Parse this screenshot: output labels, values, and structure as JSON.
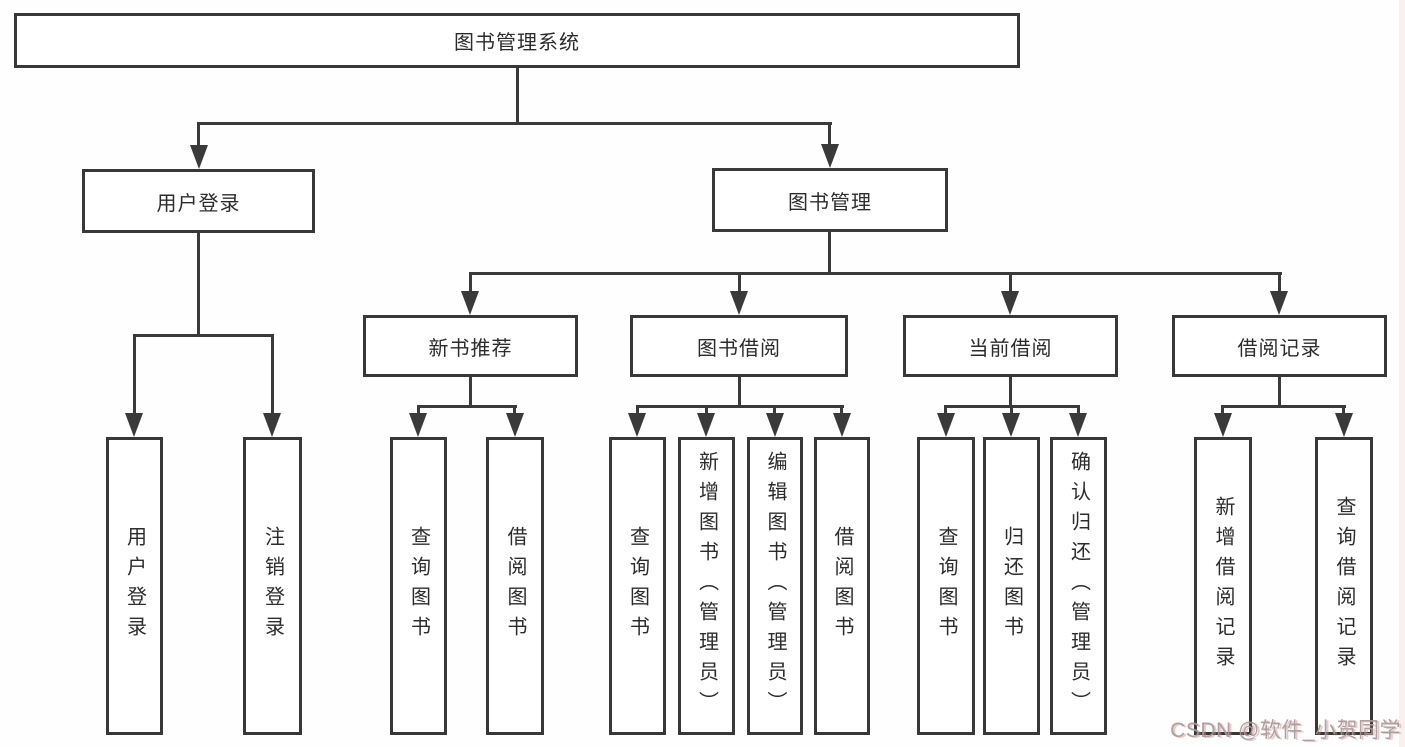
{
  "diagram": {
    "root": {
      "label": "图书管理系统"
    },
    "level2": [
      {
        "id": "user-login",
        "label": "用户登录"
      },
      {
        "id": "book-management",
        "label": "图书管理"
      }
    ],
    "level3": [
      {
        "id": "new-book-recommend",
        "parent": "图书管理",
        "label": "新书推荐"
      },
      {
        "id": "book-borrowing",
        "parent": "图书管理",
        "label": "图书借阅"
      },
      {
        "id": "current-borrowing",
        "parent": "图书管理",
        "label": "当前借阅"
      },
      {
        "id": "borrowing-records",
        "parent": "图书管理",
        "label": "借阅记录"
      }
    ],
    "leaves": [
      {
        "parent": "用户登录",
        "label": "用户登录"
      },
      {
        "parent": "用户登录",
        "label": "注销登录"
      },
      {
        "parent": "新书推荐",
        "label": "查询图书"
      },
      {
        "parent": "新书推荐",
        "label": "借阅图书"
      },
      {
        "parent": "图书借阅",
        "label": "查询图书"
      },
      {
        "parent": "图书借阅",
        "label": "新增图书（管理员）"
      },
      {
        "parent": "图书借阅",
        "label": "编辑图书（管理员）"
      },
      {
        "parent": "图书借阅",
        "label": "借阅图书"
      },
      {
        "parent": "当前借阅",
        "label": "查询图书"
      },
      {
        "parent": "当前借阅",
        "label": "归还图书"
      },
      {
        "parent": "当前借阅",
        "label": "确认归还（管理员）"
      },
      {
        "parent": "借阅记录",
        "label": "新增借阅记录"
      },
      {
        "parent": "借阅记录",
        "label": "查询借阅记录"
      }
    ]
  },
  "watermark": {
    "text": "CSDN @软件_小贺同学"
  },
  "colors": {
    "line": "#3a3a3a",
    "border": "#383838",
    "text": "#2c2c2c",
    "background": "#ffffff",
    "watermark_text": "#a09c9c",
    "watermark_shadow": "#e47e7e"
  }
}
